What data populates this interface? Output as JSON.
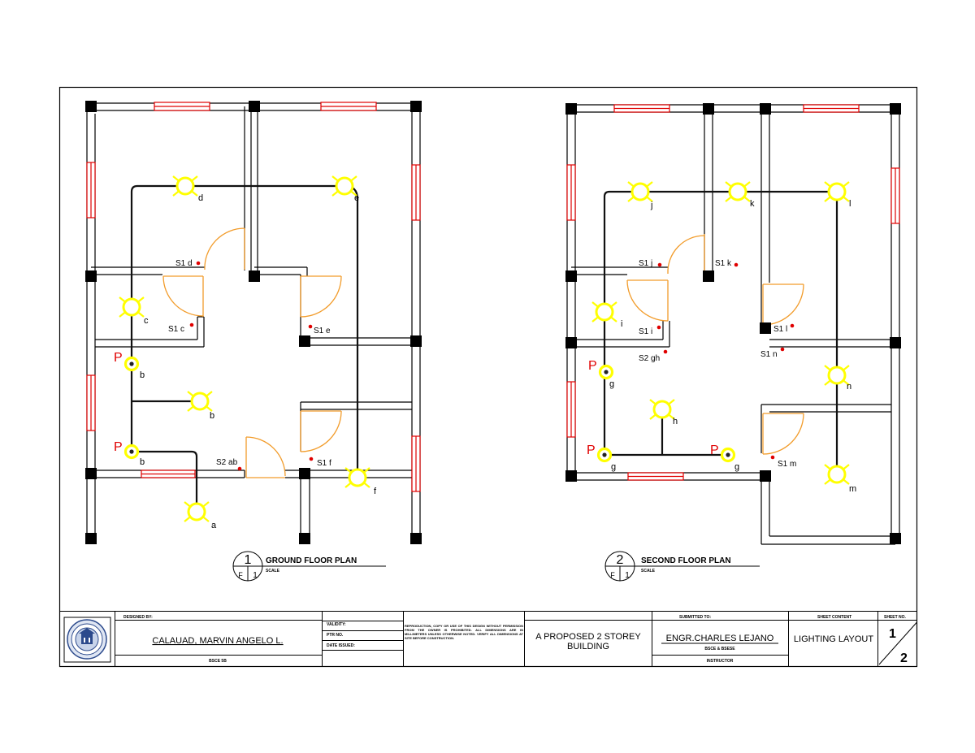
{
  "ground_floor": {
    "plan_title": "GROUND FLOOR PLAN",
    "plan_number": "1",
    "sheet_ref_left": "F",
    "sheet_ref_right": "1",
    "scale_label": "SCALE",
    "lights": [
      "d",
      "e",
      "c",
      "b",
      "b",
      "b",
      "a",
      "f"
    ],
    "switches": [
      "S1 d",
      "S1 c",
      "S1 e",
      "S2 ab",
      "S1 f"
    ],
    "outlet_symbol": "P"
  },
  "second_floor": {
    "plan_title": "SECOND  FLOOR PLAN",
    "plan_number": "2",
    "sheet_ref_left": "F",
    "sheet_ref_right": "1",
    "scale_label": "SCALE",
    "lights": [
      "j",
      "k",
      "l",
      "i",
      "g",
      "h",
      "n",
      "g",
      "g",
      "m"
    ],
    "switches": [
      "S1 j",
      "S1 k",
      "S1 i",
      "S2 gh",
      "S1 l",
      "S1 n",
      "S1 m"
    ],
    "outlet_symbol": "P"
  },
  "title_block": {
    "designed_by_label": "DESIGNED BY:",
    "designer_name": "CALAUAD, MARVIN ANGELO L.",
    "designer_role": "BSCE 5B",
    "validity_label": "VALIDITY:",
    "ptr_label": "PTR NO.",
    "date_issued_label": "DATE ISSUED:",
    "notes_text": "REPRODUCTION, COPY OR USE OF THIS DESIGN WITHOUT PERMISSION FROM THE OWNER IS PROHIBITED. ALL DIMENSIONS ARE IN MILLIMETERS UNLESS OTHERWISE NOTED. VERIFY ALL DIMENSIONS AT SITE BEFORE CONSTRUCTION.",
    "project_title": "A PROPOSED 2 STOREY BUILDING",
    "submitted_to_label": "SUBMITTED TO:",
    "submitted_to_name": "ENGR.CHARLES LEJANO",
    "submitted_to_dept": "BSCE & BSESE",
    "submitted_to_role": "INSTRUCTOR",
    "sheet_content_label": "SHEET CONTENT",
    "sheet_content": "LIGHTING LAYOUT",
    "sheet_no_label": "SHEET NO.",
    "sheet_no": "1",
    "sheet_total": "2"
  },
  "colors": {
    "wall": "#000000",
    "window": "#e00000",
    "door": "#f29c2b",
    "light": "#ffff00",
    "switch_dot": "#e00000",
    "outlet_letter": "#e00000"
  }
}
